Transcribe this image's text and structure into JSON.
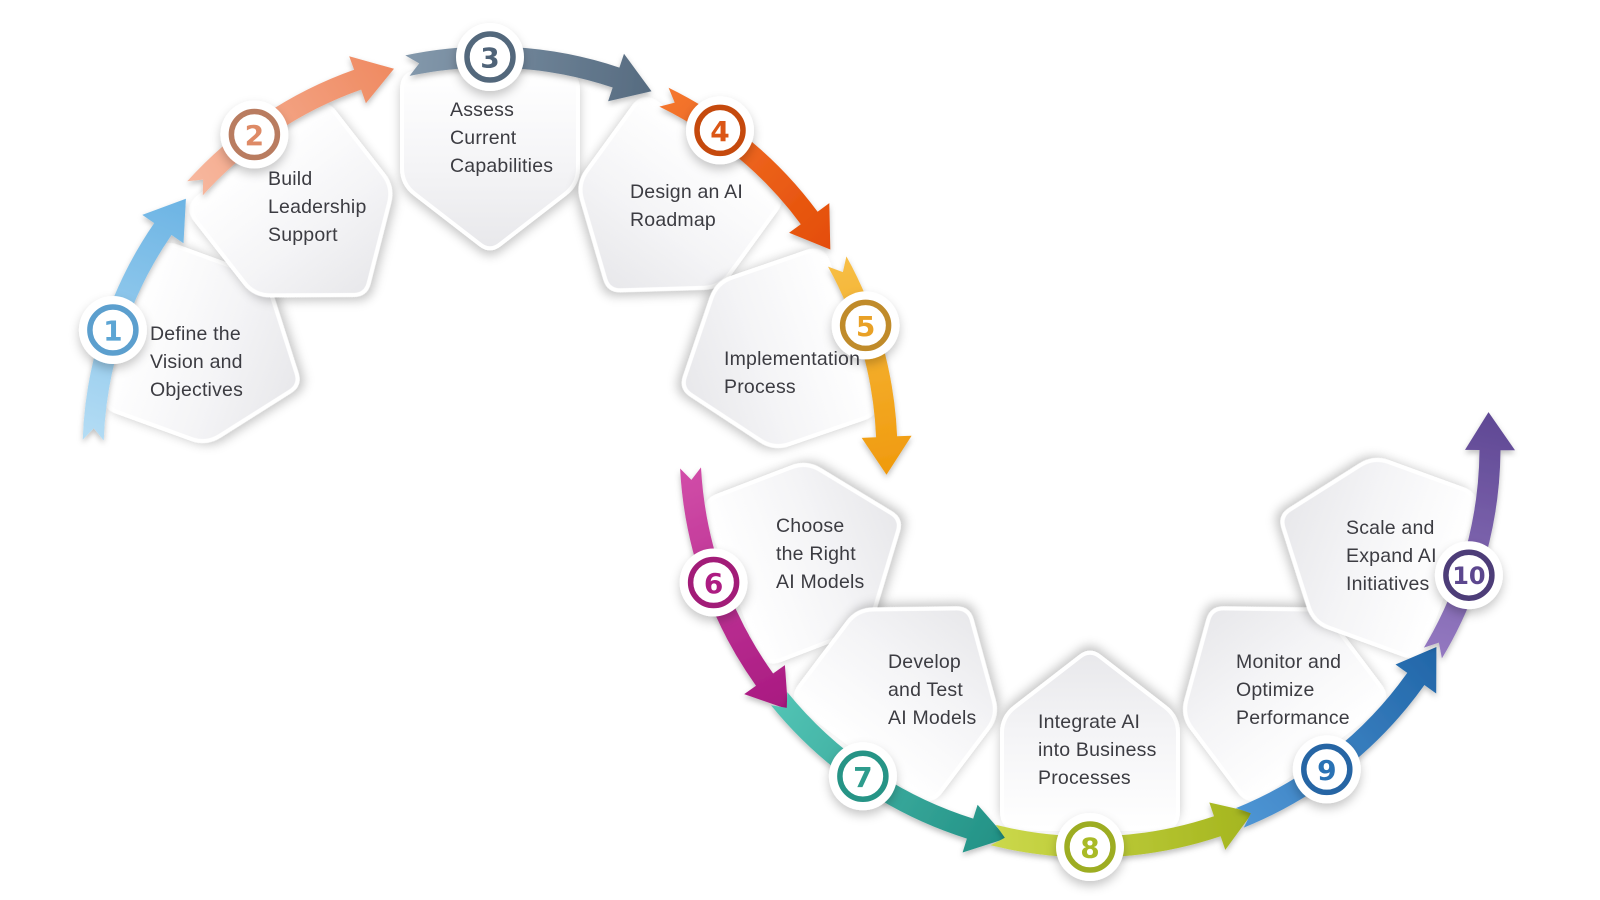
{
  "background": "#FFFFFF",
  "text_color": "#3C3C42",
  "diagram_type": "circular-process-s-curve",
  "steps": [
    {
      "number": "1",
      "label": "Define the Vision and Objectives",
      "lines": [
        "Define the",
        "Vision and",
        "Objectives"
      ],
      "arrow_from": "#B3DCF4",
      "arrow_to": "#6CB4E4",
      "ring": "#5B9FCE",
      "number_color": "#5BA5D4"
    },
    {
      "number": "2",
      "label": "Build Leadership Support",
      "lines": [
        "Build",
        "Leadership",
        "Support"
      ],
      "arrow_from": "#F7B79E",
      "arrow_to": "#EF8A61",
      "ring": "#B97B60",
      "number_color": "#DE8A66"
    },
    {
      "number": "3",
      "label": "Assess Current Capabilities",
      "lines": [
        "Assess",
        "Current",
        "Capabilities"
      ],
      "arrow_from": "#8398AB",
      "arrow_to": "#566B80",
      "ring": "#53677B",
      "number_color": "#4F6478"
    },
    {
      "number": "4",
      "label": "Design an AI Roadmap",
      "lines": [
        "Design an AI",
        "Roadmap"
      ],
      "arrow_from": "#F4762E",
      "arrow_to": "#E44D07",
      "ring": "#C54A0E",
      "number_color": "#DB5715"
    },
    {
      "number": "5",
      "label": "Implementation Process",
      "lines": [
        "Implementation",
        "Process"
      ],
      "arrow_from": "#F7BE45",
      "arrow_to": "#F09A0D",
      "ring": "#C08B2A",
      "number_color": "#E9A125"
    },
    {
      "number": "6",
      "label": "Choose the Right AI Models",
      "lines": [
        "Choose",
        "the Right",
        "AI Models"
      ],
      "arrow_from": "#D14DA8",
      "arrow_to": "#A81880",
      "ring": "#A21A78",
      "number_color": "#AD1F82"
    },
    {
      "number": "7",
      "label": "Develop and Test AI Models",
      "lines": [
        "Develop",
        "and Test",
        "AI Models"
      ],
      "arrow_from": "#52C3B4",
      "arrow_to": "#229185",
      "ring": "#289486",
      "number_color": "#2E9C8D"
    },
    {
      "number": "8",
      "label": "Integrate AI into Business Processes",
      "lines": [
        "Integrate AI",
        "into Business",
        "Processes"
      ],
      "arrow_from": "#CBD84A",
      "arrow_to": "#A4B51E",
      "ring": "#9DAD24",
      "number_color": "#A9BA28"
    },
    {
      "number": "9",
      "label": "Monitor and Optimize Performance",
      "lines": [
        "Monitor and",
        "Optimize",
        "Performance"
      ],
      "arrow_from": "#4E95D4",
      "arrow_to": "#2166A8",
      "ring": "#2565A4",
      "number_color": "#2B72B4"
    },
    {
      "number": "10",
      "label": "Scale and Expand AI Initiatives",
      "lines": [
        "Scale and",
        "Expand AI",
        "Initiatives"
      ],
      "arrow_from": "#9378C0",
      "arrow_to": "#5F4894",
      "ring": "#4E3C78",
      "number_color": "#5C468E"
    }
  ]
}
